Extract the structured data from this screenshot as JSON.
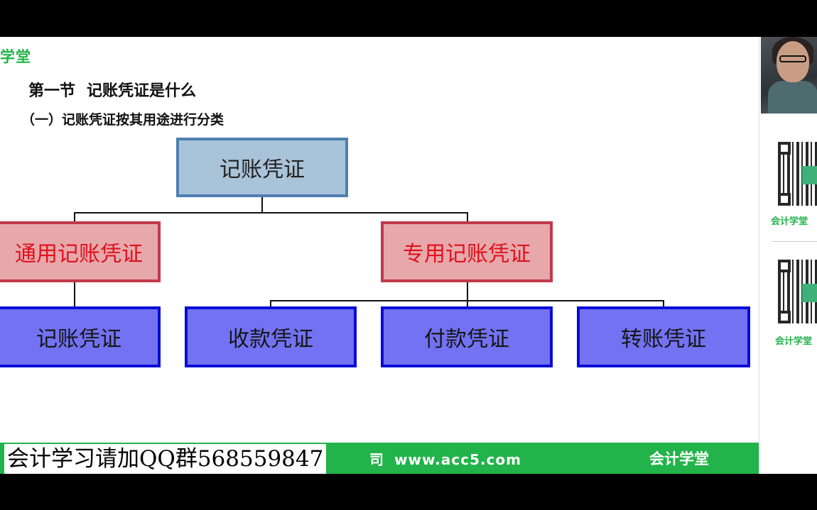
{
  "brand": "学堂",
  "heading": {
    "section": "第一节",
    "title": "记账凭证是什么"
  },
  "subtitle": "（一）记账凭证按其用途进行分类",
  "tree": {
    "root": "记账凭证",
    "left": {
      "label": "通用记账凭证",
      "children": [
        "记账凭证"
      ]
    },
    "right": {
      "label": "专用记账凭证",
      "children": [
        "收款凭证",
        "付款凭证",
        "转账凭证"
      ]
    }
  },
  "footer": {
    "url_fragment": "司",
    "url": "www.acc5.com",
    "brand": "会计学堂"
  },
  "caption": "会计学习请加QQ群568559847",
  "sidebar": {
    "qr1_label": "会计学堂",
    "qr2_label": "会计学堂"
  },
  "colors": {
    "green": "#22b34a",
    "root_fill": "#a9c3d8",
    "root_border": "#4f7fb1",
    "mid_fill": "#e6a8ab",
    "mid_border": "#c1394a",
    "mid_text": "#e0101c",
    "leaf_fill": "#7272f2",
    "leaf_border": "#0a0ad8"
  }
}
